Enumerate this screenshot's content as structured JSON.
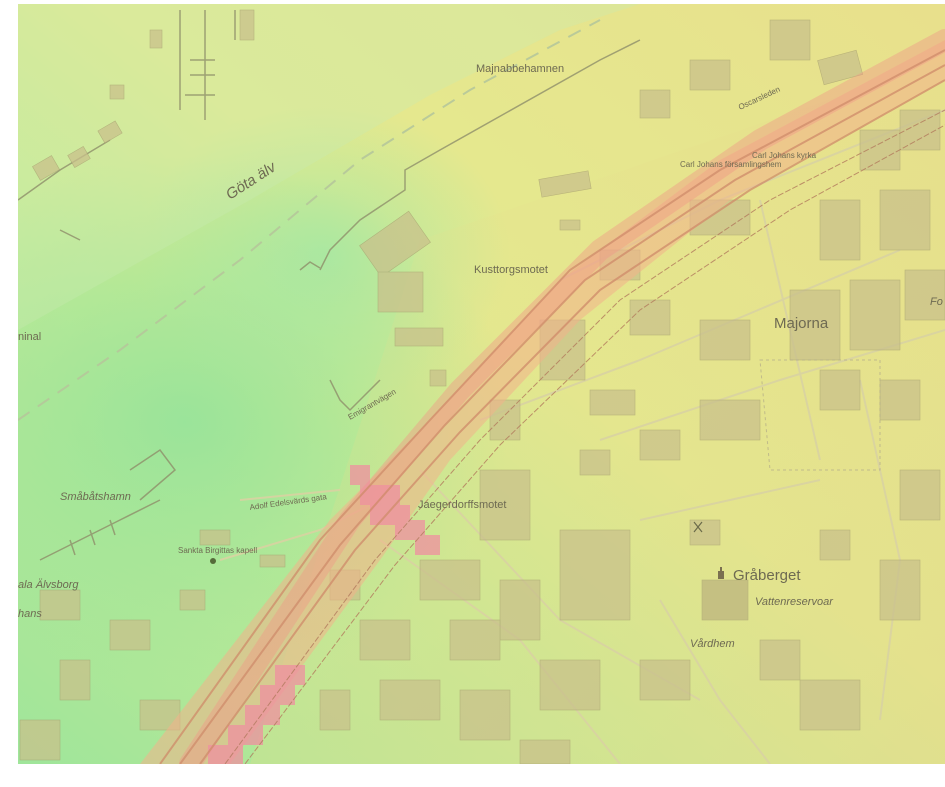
{
  "map": {
    "palette": {
      "low": "#9fe59a",
      "mid": "#e6ea8e",
      "high": "#f2b38a",
      "peak": "#ef8fa0",
      "road": "#cf8b6a",
      "building": "#c9c08b",
      "water": "#b9e3c7"
    },
    "labels": {
      "river": "Göta älv",
      "harbor": "Majnabbehamnen",
      "junction_north": "Kusttorgsmotet",
      "junction_south": "Jaegerdorffsmotet",
      "district": "Majorna",
      "hill": "Gråberget",
      "reservoir": "Vattenreservoar",
      "care_home": "Vårdhem",
      "boat_harbor": "Småbåtshamn",
      "chapel": "Sankta Birgittas kapell",
      "elfsborg": "ala Älvsborg",
      "edge_left": "hans",
      "terminal": "ninal",
      "church": "Carl Johans kyrka",
      "church_hall": "Carl Johans församlingshem",
      "edge_right": "Fo",
      "street_oscarsleden": "Oscarsleden",
      "street_adolf": "Adolf Edelsvärds gata",
      "street_emigrant": "Emigrantvägen"
    }
  }
}
